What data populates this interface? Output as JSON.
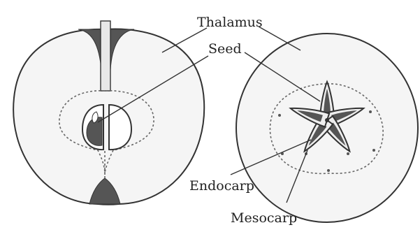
{
  "labels": {
    "thalamus": "Thalamus",
    "seed": "Seed",
    "endocarp": "Endocarp",
    "mesocarp": "Mesocarp"
  },
  "colors": {
    "background": "#ffffff",
    "flesh": "#f5f5f5",
    "outline": "#333333",
    "shaded": "#555555",
    "dashed": "#666666"
  }
}
